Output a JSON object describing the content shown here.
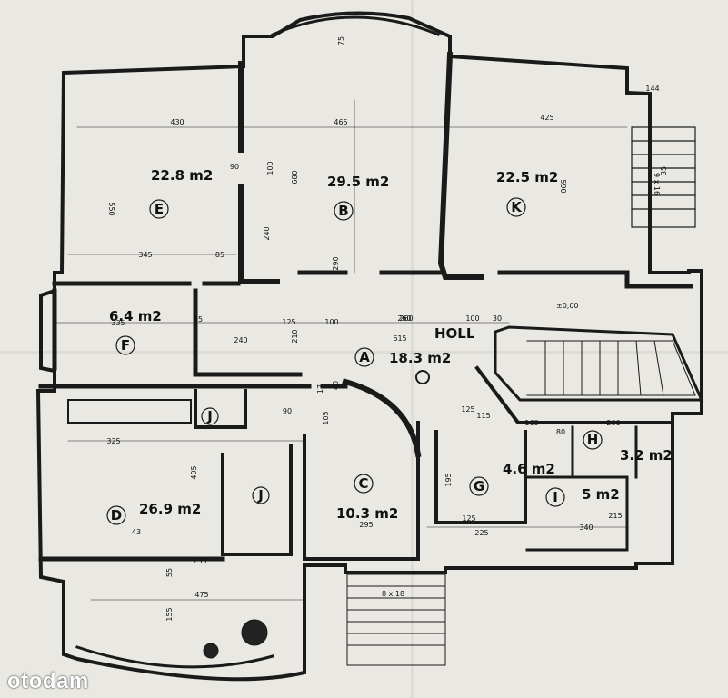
{
  "plan": {
    "rooms": [
      {
        "id": "E",
        "area": "22.8 m2"
      },
      {
        "id": "B",
        "area": "29.5 m2"
      },
      {
        "id": "K",
        "area": "22.5 m2"
      },
      {
        "id": "F",
        "area": "6.4 m2"
      },
      {
        "id": "A",
        "area": "18.3 m2"
      },
      {
        "id": "H",
        "area": "3.2 m2"
      },
      {
        "id": "G",
        "area": "4.6 m2"
      },
      {
        "id": "I",
        "area": "5 m2"
      },
      {
        "id": "D",
        "area": "26.9 m2"
      },
      {
        "id": "C",
        "area": "10.3 m2"
      },
      {
        "id": "J",
        "area": ""
      }
    ],
    "holl_label": "HOLL",
    "level_mark": "±0,00",
    "stairs_main": "9 x 16",
    "stairs_entry": "8 x 18",
    "dimensions": [
      "75",
      "430",
      "465",
      "425",
      "144",
      "35",
      "550",
      "680",
      "590",
      "240",
      "100",
      "345",
      "85",
      "90",
      "260",
      "240",
      "95",
      "335",
      "210",
      "125",
      "615",
      "100",
      "260",
      "100",
      "30",
      "115",
      "160",
      "80",
      "206",
      "325",
      "405",
      "295",
      "225",
      "340",
      "215",
      "475",
      "235",
      "155",
      "55",
      "43",
      "195",
      "125",
      "17",
      "40",
      "105",
      "90",
      "125",
      "290"
    ]
  },
  "watermark": "otodam"
}
